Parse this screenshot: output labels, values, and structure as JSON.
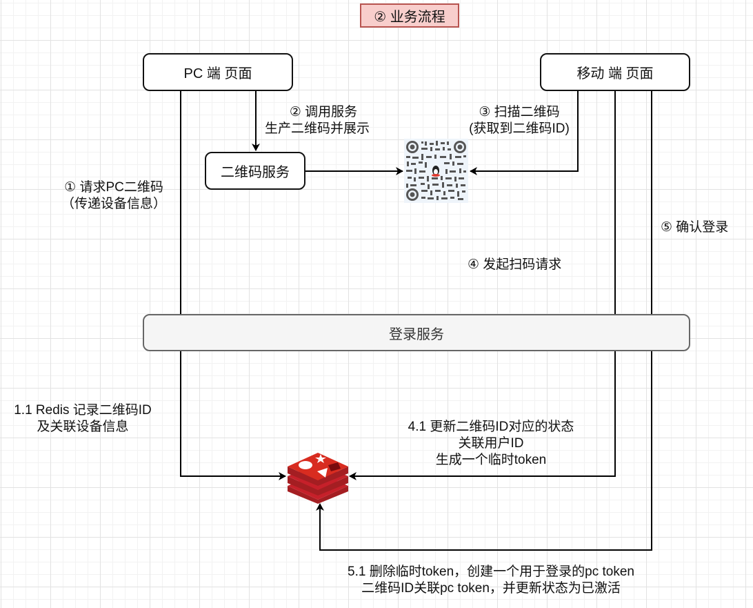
{
  "title": "② 业务流程",
  "nodes": {
    "pc_page": "PC 端 页面",
    "mobile_page": "移动 端 页面",
    "qr_service": "二维码服务",
    "login_service": "登录服务",
    "qr_code": "qr-code-image",
    "redis": "redis-logo"
  },
  "labels": {
    "step1_line1": "① 请求PC二维码",
    "step1_line2": "（传递设备信息）",
    "step2_line1": "② 调用服务",
    "step2_line2": "生产二维码并展示",
    "step3_line1": "③ 扫描二维码",
    "step3_line2": "(获取到二维码ID)",
    "step4": "④ 发起扫码请求",
    "step5": "⑤ 确认登录",
    "step1_1_line1": "1.1 Redis 记录二维码ID",
    "step1_1_line2": "及关联设备信息",
    "step4_1_line1": "4.1 更新二维码ID对应的状态",
    "step4_1_line2": "关联用户ID",
    "step4_1_line3": "生成一个临时token",
    "step5_1_line1": "5.1 删除临时token，创建一个用于登录的pc token",
    "step5_1_line2": "二维码ID关联pc token，并更新状态为已激活"
  },
  "colors": {
    "title_fill": "#f8cecc",
    "title_stroke": "#b85450",
    "login_fill": "#f5f5f5",
    "redis_red": "#c6202a"
  }
}
